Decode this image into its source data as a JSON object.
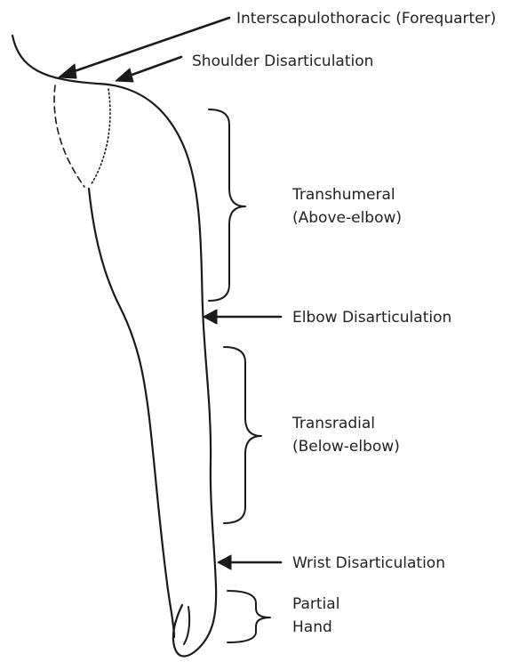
{
  "colors": {
    "line": "#1a1a1a",
    "text": "#222222",
    "background": "#ffffff"
  },
  "labels": {
    "interscapulothoracic": "Interscapulothoracic (Forequarter)",
    "shoulder": "Shoulder Disarticulation",
    "transhumeral": [
      "Transhumeral",
      "(Above-elbow)"
    ],
    "elbow": "Elbow Disarticulation",
    "transradial": [
      "Transradial",
      "(Below-elbow)"
    ],
    "wrist": "Wrist Disarticulation",
    "partial_hand": [
      "Partial",
      "Hand"
    ]
  }
}
